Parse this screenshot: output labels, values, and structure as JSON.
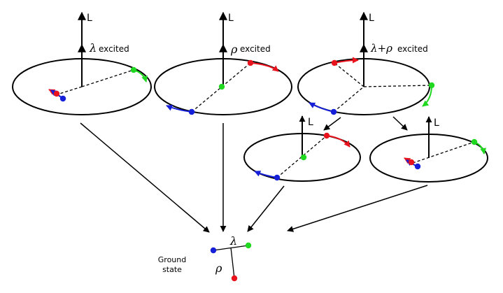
{
  "axis_label": "L",
  "states": {
    "lambda": {
      "symbol": "λ",
      "caption": "excited"
    },
    "rho": {
      "symbol": "ρ",
      "caption": "excited"
    },
    "lambda_rho": {
      "symbol": "λ+ρ",
      "caption": "excited"
    }
  },
  "ground": {
    "label_line1": "Ground",
    "label_line2": "state",
    "lambda": "λ",
    "rho": "ρ"
  },
  "colors": {
    "red": "#e8131c",
    "green": "#20d820",
    "blue": "#1520d8",
    "line": "#000000"
  }
}
